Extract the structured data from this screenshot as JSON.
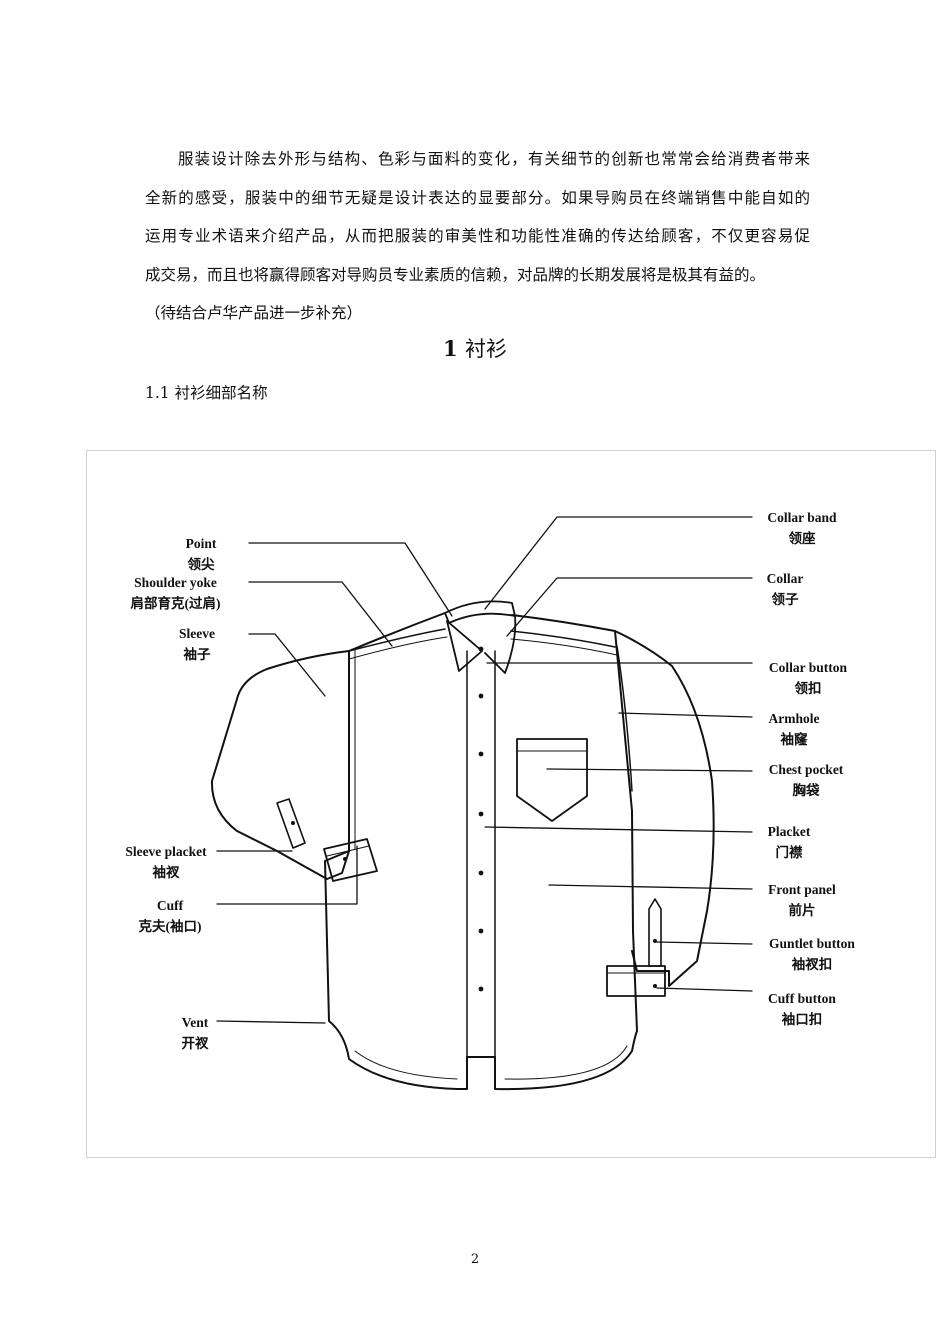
{
  "intro": {
    "lines": [
      "服装设计除去外形与结构、色彩与面料的变化，有关细节的创新也常常会给消费者带来",
      "全新的感受，服装中的细节无疑是设计表达的显要部分。如果导购员在终端销售中能自如的",
      "运用专业术语来介绍产品，从而把服装的审美性和功能性准确的传达给顾客，不仅更容易促",
      "成交易，而且也将赢得顾客对导购员专业素质的信赖，对品牌的长期发展将是极其有益的。",
      "（待结合卢华产品进一步补充）"
    ]
  },
  "section": {
    "number": "1",
    "title": "衬衫"
  },
  "subsection": {
    "title": "1.1 衬衫细部名称"
  },
  "figure": {
    "labels": {
      "point": {
        "en": "Point",
        "cn": "领尖"
      },
      "shoulder_yoke": {
        "en": "Shoulder yoke",
        "cn": "肩部育克(过肩)"
      },
      "sleeve": {
        "en": "Sleeve",
        "cn": "袖子"
      },
      "sleeve_placket": {
        "en": "Sleeve placket",
        "cn": "袖衩"
      },
      "cuff": {
        "en": "Cuff",
        "cn": "克夫(袖口)"
      },
      "vent": {
        "en": "Vent",
        "cn": "开衩"
      },
      "collar_band": {
        "en": "Collar band",
        "cn": "领座"
      },
      "collar": {
        "en": "Collar",
        "cn": "领子"
      },
      "collar_button": {
        "en": "Collar button",
        "cn": "领扣"
      },
      "armhole": {
        "en": "Armhole",
        "cn": "袖窿"
      },
      "chest_pocket": {
        "en": "Chest pocket",
        "cn": "胸袋"
      },
      "placket": {
        "en": "Placket",
        "cn": "门襟"
      },
      "front_panel": {
        "en": "Front panel",
        "cn": "前片"
      },
      "gauntlet_button": {
        "en": "Guntlet button",
        "cn": "袖衩扣"
      },
      "cuff_button": {
        "en": "Cuff button",
        "cn": "袖口扣"
      }
    }
  },
  "page_number": "2"
}
